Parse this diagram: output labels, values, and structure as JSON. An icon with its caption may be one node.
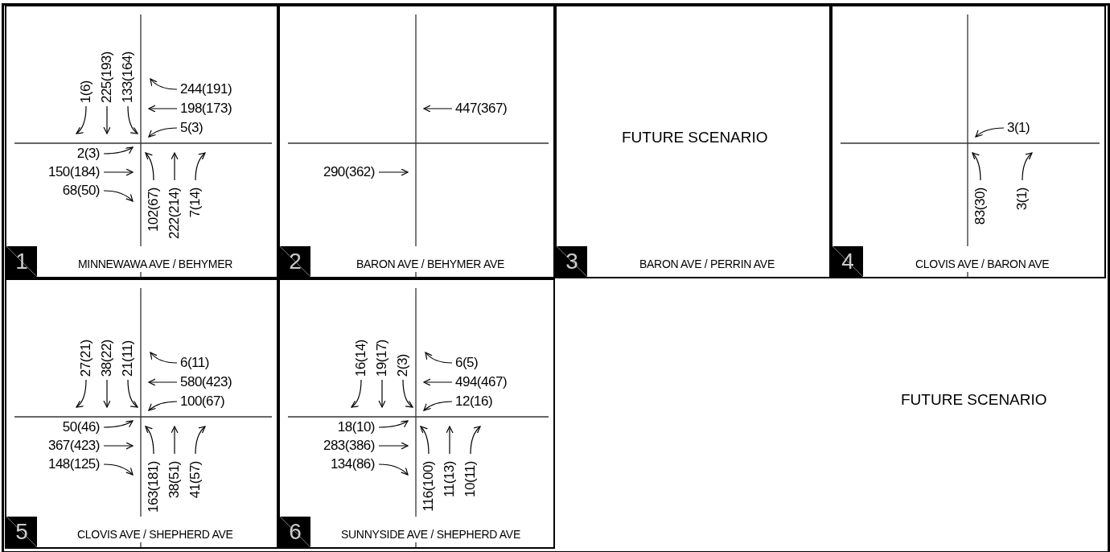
{
  "diagram": {
    "nodes": [
      {
        "text": [
          "1(6)",
          "225(193)",
          "133(164)",
          "244(191)",
          "198(173)",
          "5(3)",
          "2(3)",
          "150(184)",
          "68(50)",
          "102(67)",
          "222(214)",
          "7(14)",
          "MINNEWAWA AVE / BEHYMER"
        ]
      },
      {
        "text": [
          "1"
        ],
        "in": 0
      },
      {
        "text": [
          "447(367)",
          "290(362)",
          "BARON AVE / BEHYMER AVE"
        ]
      },
      {
        "text": [
          "2"
        ],
        "in": 2
      },
      {
        "text": [
          "FUTURE SCENARIO",
          "BARON AVE / PERRIN AVE"
        ]
      },
      {
        "text": [
          "3"
        ],
        "in": 4
      },
      {
        "text": [
          "3(1)",
          "83(30)",
          "3(1)",
          "CLOVIS AVE / BARON AVE"
        ]
      },
      {
        "text": [
          "4"
        ],
        "in": 6
      },
      {
        "text": [
          "27(21)",
          "38(22)",
          "21(11)",
          "6(11)",
          "580(423)",
          "100(67)",
          "50(46)",
          "367(423)",
          "148(125)",
          "163(181)",
          "38(51)",
          "41(57)",
          "CLOVIS AVE / SHEPHERD AVE"
        ]
      },
      {
        "text": [
          "5"
        ],
        "in": 8
      },
      {
        "text": [
          "16(14)",
          "19(17)",
          "2(3)",
          "6(5)",
          "494(467)",
          "12(16)",
          "18(10)",
          "283(386)",
          "134(86)",
          "116(100)",
          "11(13)",
          "10(11)",
          "SUNNYSIDE AVE / SHEPHERD AVE"
        ]
      },
      {
        "text": [
          "6"
        ],
        "in": 10
      }
    ],
    "labels": [
      "FUTURE SCENARIO"
    ]
  }
}
